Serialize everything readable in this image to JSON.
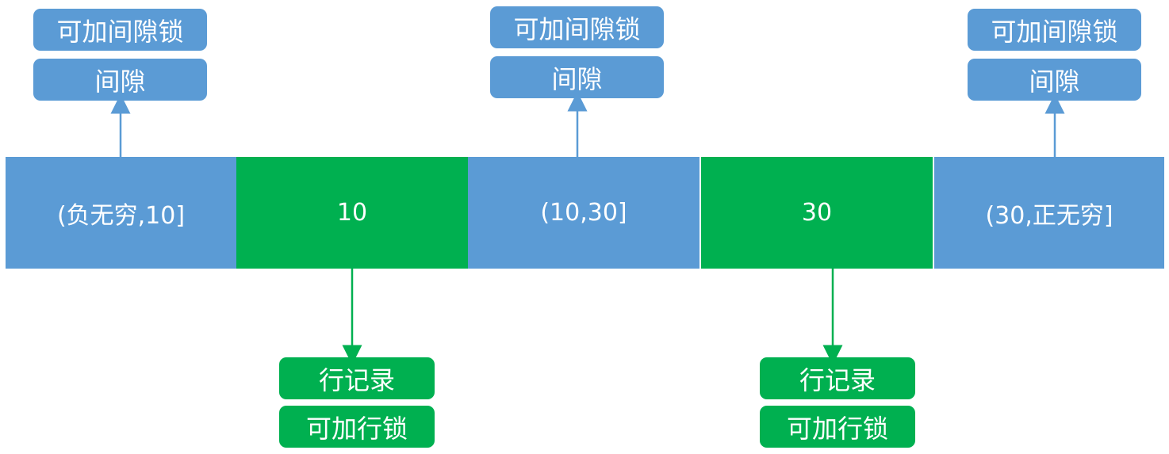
{
  "segments": [
    {
      "label": "(负无穷,10]",
      "kind": "gap"
    },
    {
      "label": "10",
      "kind": "record"
    },
    {
      "label": "(10,30]",
      "kind": "gap"
    },
    {
      "label": "30",
      "kind": "record"
    },
    {
      "label": "(30,正无穷]",
      "kind": "gap"
    }
  ],
  "gap_annotations": [
    {
      "lock_label": "可加间隙锁",
      "type_label": "间隙"
    },
    {
      "lock_label": "可加间隙锁",
      "type_label": "间隙"
    },
    {
      "lock_label": "可加间隙锁",
      "type_label": "间隙"
    }
  ],
  "record_annotations": [
    {
      "type_label": "行记录",
      "lock_label": "可加行锁"
    },
    {
      "type_label": "行记录",
      "lock_label": "可加行锁"
    }
  ],
  "colors": {
    "gap": "#5b9bd5",
    "record": "#00b050",
    "text": "#ffffff"
  }
}
